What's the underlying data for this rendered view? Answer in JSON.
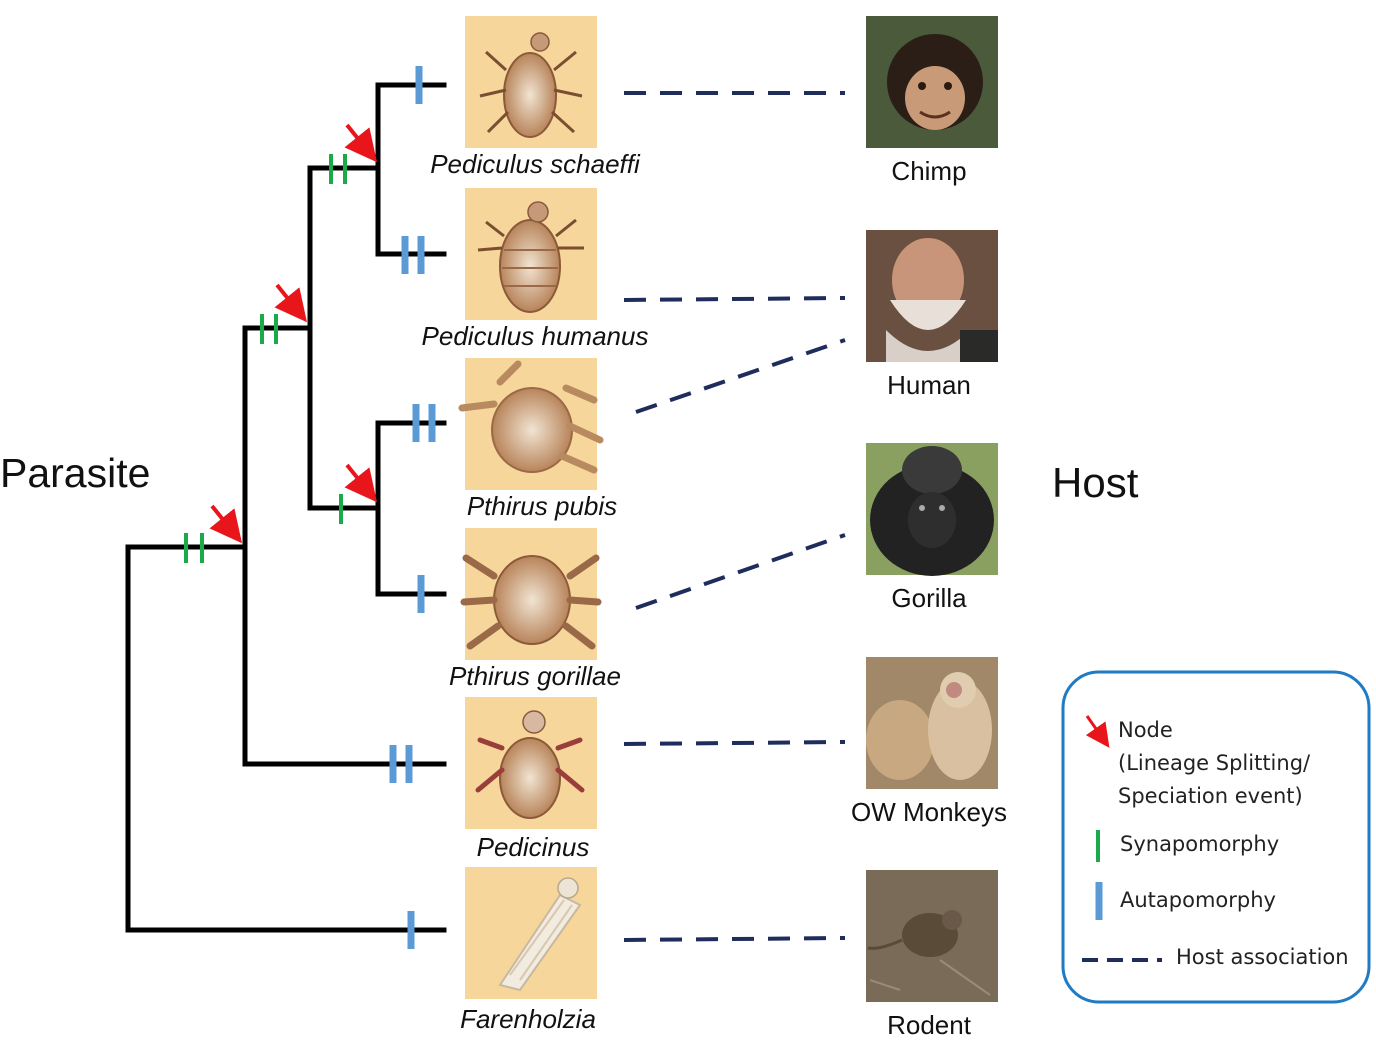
{
  "labels": {
    "parasite": "Parasite",
    "host": "Host"
  },
  "parasites": [
    {
      "name": "Pediculus schaeffi",
      "icon": "louse-illustration"
    },
    {
      "name": "Pediculus humanus",
      "icon": "louse-illustration"
    },
    {
      "name": "Pthirus pubis",
      "icon": "louse-illustration"
    },
    {
      "name": "Pthirus gorillae",
      "icon": "louse-illustration"
    },
    {
      "name": "Pedicinus",
      "icon": "louse-illustration"
    },
    {
      "name": "Farenholzia",
      "icon": "louse-illustration"
    }
  ],
  "hosts": [
    {
      "name": "Chimp",
      "icon": "chimp-photo"
    },
    {
      "name": "Human",
      "icon": "human-photo"
    },
    {
      "name": "Gorilla",
      "icon": "gorilla-photo"
    },
    {
      "name": "OW Monkeys",
      "icon": "monkey-photo"
    },
    {
      "name": "Rodent",
      "icon": "rodent-photo"
    }
  ],
  "legend": {
    "node_line1": "Node",
    "node_line2": "(Lineage Splitting/",
    "node_line3": "Speciation event)",
    "synapomorphy": "Synapomorphy",
    "autapomorphy": "Autapomorphy",
    "host_association": "Host association"
  },
  "colors": {
    "tree": "#000000",
    "node_arrow": "#e8161b",
    "synapomorphy": "#1aaa4a",
    "autapomorphy": "#5b9bd5",
    "host_association": "#1f2d5c",
    "legend_border": "#1f7bc4",
    "specimen_bg": "#f6d69a"
  }
}
